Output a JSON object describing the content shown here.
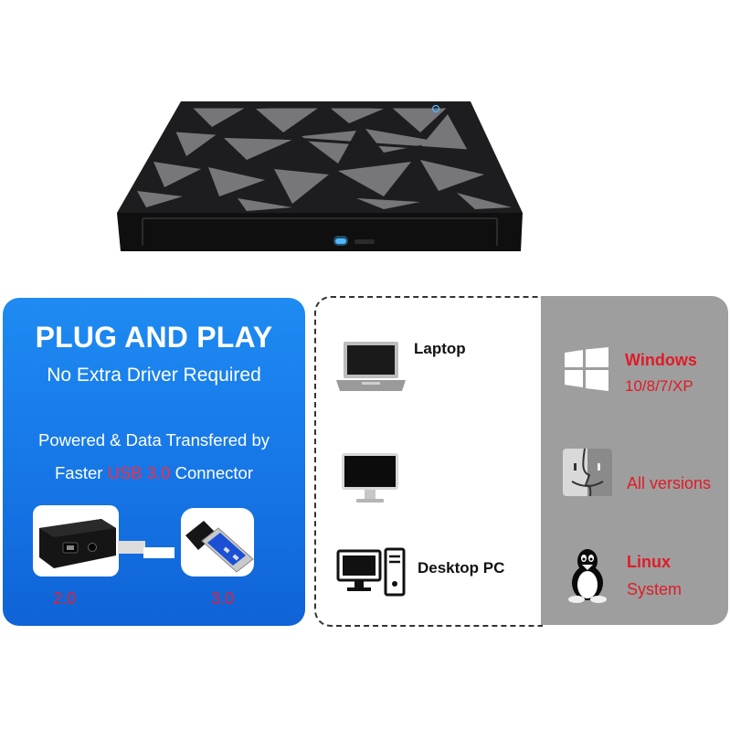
{
  "plug_panel": {
    "title": "PLUG AND PLAY",
    "subtitle": "No Extra Driver Required",
    "line1": "Powered & Data Transfered by",
    "line2_prefix": "Faster ",
    "line2_highlight": "USB 3.0",
    "line2_suffix": " Connector",
    "port_label": "2.0",
    "plug_label": "3.0"
  },
  "devices": [
    {
      "label": "Laptop",
      "icon": "laptop-icon"
    },
    {
      "label": "",
      "icon": "monitor-icon"
    },
    {
      "label": "Desktop PC",
      "icon": "desktop-pc-icon"
    }
  ],
  "os": [
    {
      "name": "Windows",
      "versions": "10/8/7/XP",
      "icon": "windows-logo-icon"
    },
    {
      "name": "",
      "versions": "All versions",
      "icon": "mac-finder-icon"
    },
    {
      "name": "Linux",
      "versions": "System",
      "icon": "linux-tux-icon"
    }
  ],
  "colors": {
    "panel_blue": "#1676e6",
    "highlight_red": "#ff2a3d",
    "os_red": "#e01b27",
    "os_panel_grey": "#9e9e9e",
    "led_blue": "#4fb8ff"
  }
}
